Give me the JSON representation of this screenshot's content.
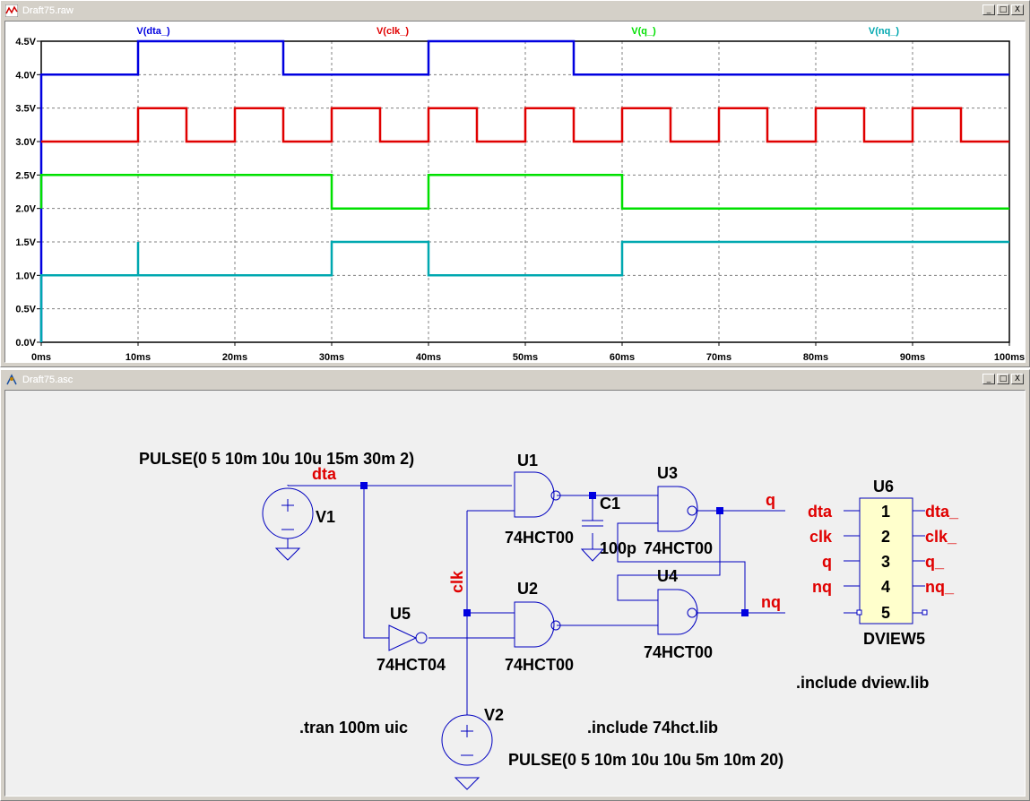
{
  "window_raw": {
    "title": "Draft75.raw",
    "buttons": [
      "_",
      "□",
      "X"
    ]
  },
  "window_asc": {
    "title": "Draft75.asc",
    "buttons": [
      "_",
      "□",
      "X"
    ]
  },
  "chart_data": {
    "type": "line",
    "title": "",
    "xlabel": "",
    "ylabel": "",
    "xlim": [
      0,
      100
    ],
    "ylim": [
      0,
      4.5
    ],
    "x_ticks": [
      "0ms",
      "10ms",
      "20ms",
      "30ms",
      "40ms",
      "50ms",
      "60ms",
      "70ms",
      "80ms",
      "90ms",
      "100ms"
    ],
    "y_ticks": [
      "0.0V",
      "0.5V",
      "1.0V",
      "1.5V",
      "2.0V",
      "2.5V",
      "3.0V",
      "3.5V",
      "4.0V",
      "4.5V"
    ],
    "grid": true,
    "series": [
      {
        "name": "V(dta_)",
        "color": "#0000e0",
        "x": [
          0,
          0,
          10,
          10,
          25,
          25,
          40,
          40,
          55,
          55,
          100
        ],
        "y": [
          0,
          4,
          4,
          4.5,
          4.5,
          4,
          4,
          4.5,
          4.5,
          4,
          4
        ]
      },
      {
        "name": "V(clk_)",
        "color": "#e00000",
        "x": [
          0,
          10,
          10,
          15,
          15,
          20,
          20,
          25,
          25,
          30,
          30,
          35,
          35,
          40,
          40,
          45,
          45,
          50,
          50,
          55,
          55,
          60,
          60,
          65,
          65,
          70,
          70,
          75,
          75,
          80,
          80,
          85,
          85,
          90,
          90,
          95,
          95,
          100
        ],
        "y": [
          3,
          3,
          3.5,
          3.5,
          3,
          3,
          3.5,
          3.5,
          3,
          3,
          3.5,
          3.5,
          3,
          3,
          3.5,
          3.5,
          3,
          3,
          3.5,
          3.5,
          3,
          3,
          3.5,
          3.5,
          3,
          3,
          3.5,
          3.5,
          3,
          3,
          3.5,
          3.5,
          3,
          3,
          3.5,
          3.5,
          3,
          3
        ]
      },
      {
        "name": "V(q_)",
        "color": "#00e000",
        "x": [
          0,
          0,
          30,
          30,
          40,
          40,
          60,
          60,
          100
        ],
        "y": [
          2,
          2.5,
          2.5,
          2,
          2,
          2.5,
          2.5,
          2,
          2
        ]
      },
      {
        "name": "V(nq_)",
        "color": "#00a8b0",
        "x": [
          0,
          0,
          10,
          10,
          10,
          10,
          30,
          30,
          40,
          40,
          60,
          60,
          100
        ],
        "y": [
          0,
          1,
          1,
          1.5,
          1.5,
          1,
          1,
          1.5,
          1.5,
          1,
          1,
          1.5,
          1.5
        ]
      }
    ]
  },
  "schematic": {
    "directive_pulse_v1": "PULSE(0 5 10m 10u 10u 15m 30m 2)",
    "directive_pulse_v2": "PULSE(0 5 10m 10u 10u 5m 10m 20)",
    "directive_tran": ".tran 100m uic",
    "directive_include_hct": ".include 74hct.lib",
    "directive_include_dview": ".include dview.lib",
    "net_dta": "dta",
    "net_clk": "clk",
    "net_q": "q",
    "net_nq": "nq",
    "v1": "V1",
    "v2": "V2",
    "u1": "U1",
    "u1_model": "74HCT00",
    "u2": "U2",
    "u2_model": "74HCT00",
    "u3": "U3",
    "u3_model": "74HCT00",
    "u4": "U4",
    "u4_model": "74HCT00",
    "u5": "U5",
    "u5_model": "74HCT04",
    "c1": "C1",
    "c1_value": "100p",
    "u6": "U6",
    "u6_model": "DVIEW5",
    "dview_pins": [
      "1",
      "2",
      "3",
      "4",
      "5"
    ],
    "dview_left": [
      "dta",
      "clk",
      "q",
      "nq"
    ],
    "dview_right": [
      "dta_",
      "clk_",
      "q_",
      "nq_"
    ]
  }
}
